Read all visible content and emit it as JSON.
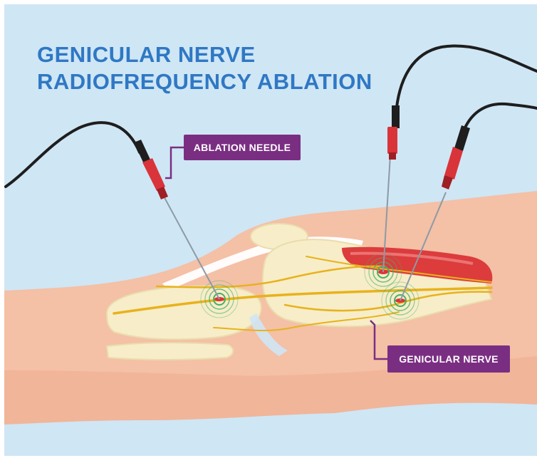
{
  "title": {
    "line1": "GENICULAR NERVE",
    "line2": "RADIOFREQUENCY ABLATION"
  },
  "labels": {
    "needle": "ABLATION NEEDLE",
    "nerve": "GENICULAR NERVE"
  },
  "colors": {
    "background": "#cfe6f5",
    "title": "#2f78c4",
    "callout": "#7a2e82",
    "skin": "#f4c0a6",
    "bone": "#f7edc8",
    "nerve": "#e8b21c",
    "muscle": "#dc3c3c",
    "needle_hub": "#d9343a",
    "cable": "#1e1e1e",
    "ablation_zone": "#44b06a"
  }
}
